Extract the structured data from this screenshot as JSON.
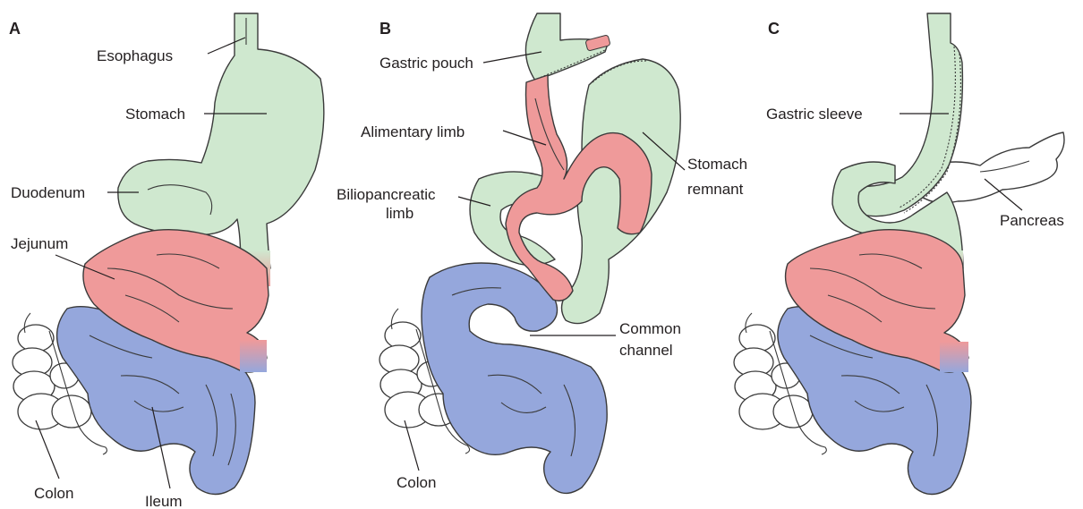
{
  "panels": [
    {
      "letter": "A",
      "labels": {
        "esophagus": "Esophagus",
        "stomach": "Stomach",
        "duodenum": "Duodenum",
        "jejunum": "Jejunum",
        "colon": "Colon",
        "ileum": "Ileum"
      }
    },
    {
      "letter": "B",
      "labels": {
        "gastric_pouch": "Gastric pouch",
        "alimentary_limb": "Alimentary limb",
        "biliopancreatic_1": "Biliopancreatic",
        "biliopancreatic_2": "limb",
        "stomach_remnant_1": "Stomach",
        "stomach_remnant_2": "remnant",
        "common_channel_1": "Common",
        "common_channel_2": "channel",
        "colon": "Colon"
      }
    },
    {
      "letter": "C",
      "labels": {
        "gastric_sleeve": "Gastric sleeve",
        "pancreas": "Pancreas"
      }
    }
  ],
  "colors": {
    "stomach_green": "#cfe8cf",
    "jejunum_red": "#ef9a9a",
    "ileum_blue": "#95a7dc",
    "outline": "#3a3a3a"
  }
}
